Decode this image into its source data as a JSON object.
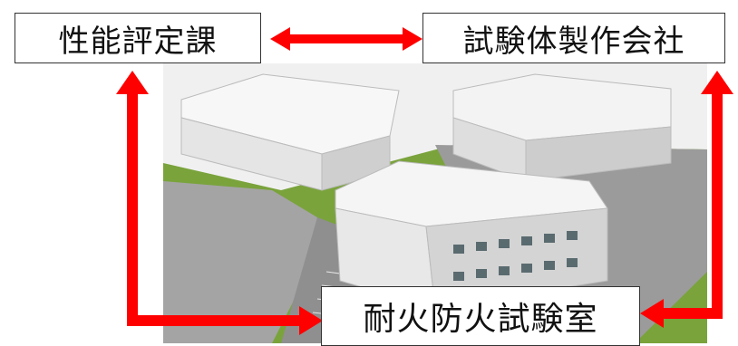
{
  "nodes": {
    "evaluation_section": "性能評定課",
    "specimen_maker": "試験体製作会社",
    "fire_lab": "耐火防火試験室"
  },
  "colors": {
    "arrow": "#ff0000",
    "box_border": "#333333",
    "sky": "#f2f2f2",
    "lawn": "#7aa33c",
    "pavement": "#a9a9a9"
  }
}
